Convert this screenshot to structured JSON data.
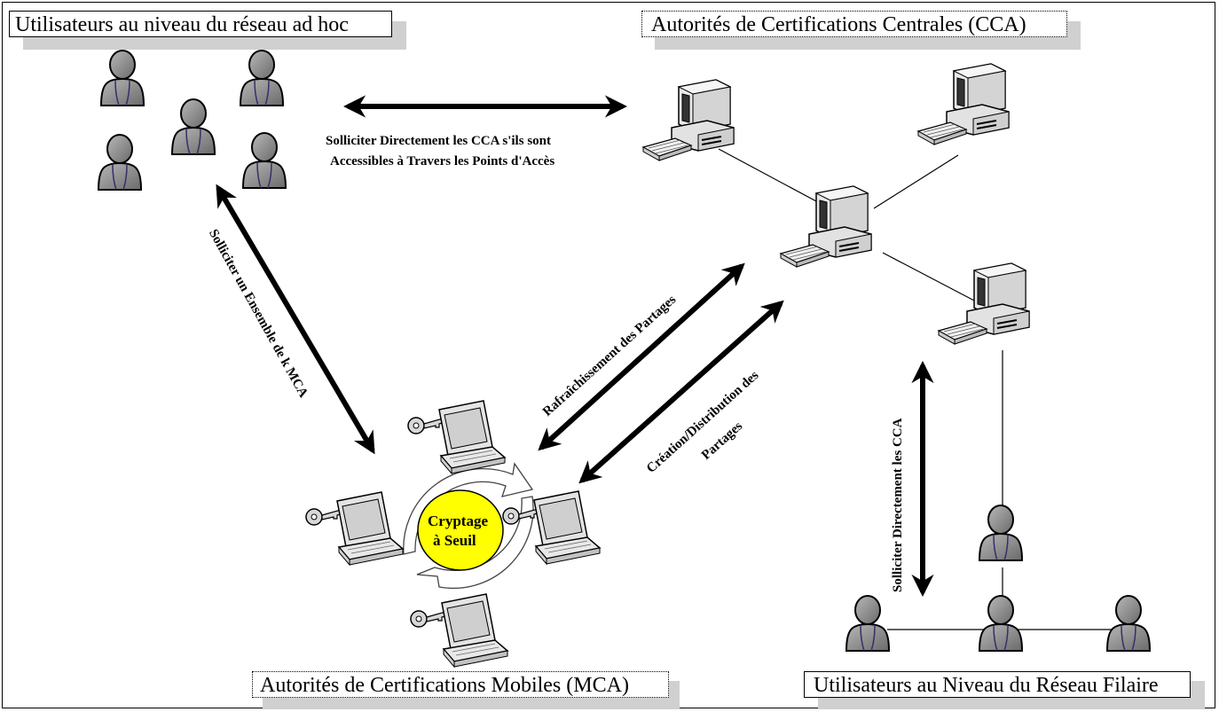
{
  "titles": {
    "adhoc_users": "Utilisateurs au niveau du réseau ad hoc",
    "cca": "Autorités de Certifications Centrales (CCA)",
    "mca": "Autorités de Certifications Mobiles (MCA)",
    "wired_users": "Utilisateurs au Niveau du Réseau Filaire"
  },
  "labels": {
    "solicit_cca_line1": "Solliciter Directement les CCA  s'ils sont",
    "solicit_cca_line2": "Accessibles à Travers les Points d'Accès",
    "solicit_k_mca": "Solliciter un Ensemble de k MCA",
    "refresh_shares": "Rafraîchissement des Partages",
    "creation_line1": "Création/Distribution des",
    "creation_line2": "Partages",
    "solicit_cca_direct": "Solliciter Directement les CCA",
    "threshold_line1": "Cryptage",
    "threshold_line2": "à Seuil"
  },
  "colors": {
    "person_fill": "#8a8a8a",
    "threshold_fill": "#ffff00",
    "arrow": "#000000"
  }
}
